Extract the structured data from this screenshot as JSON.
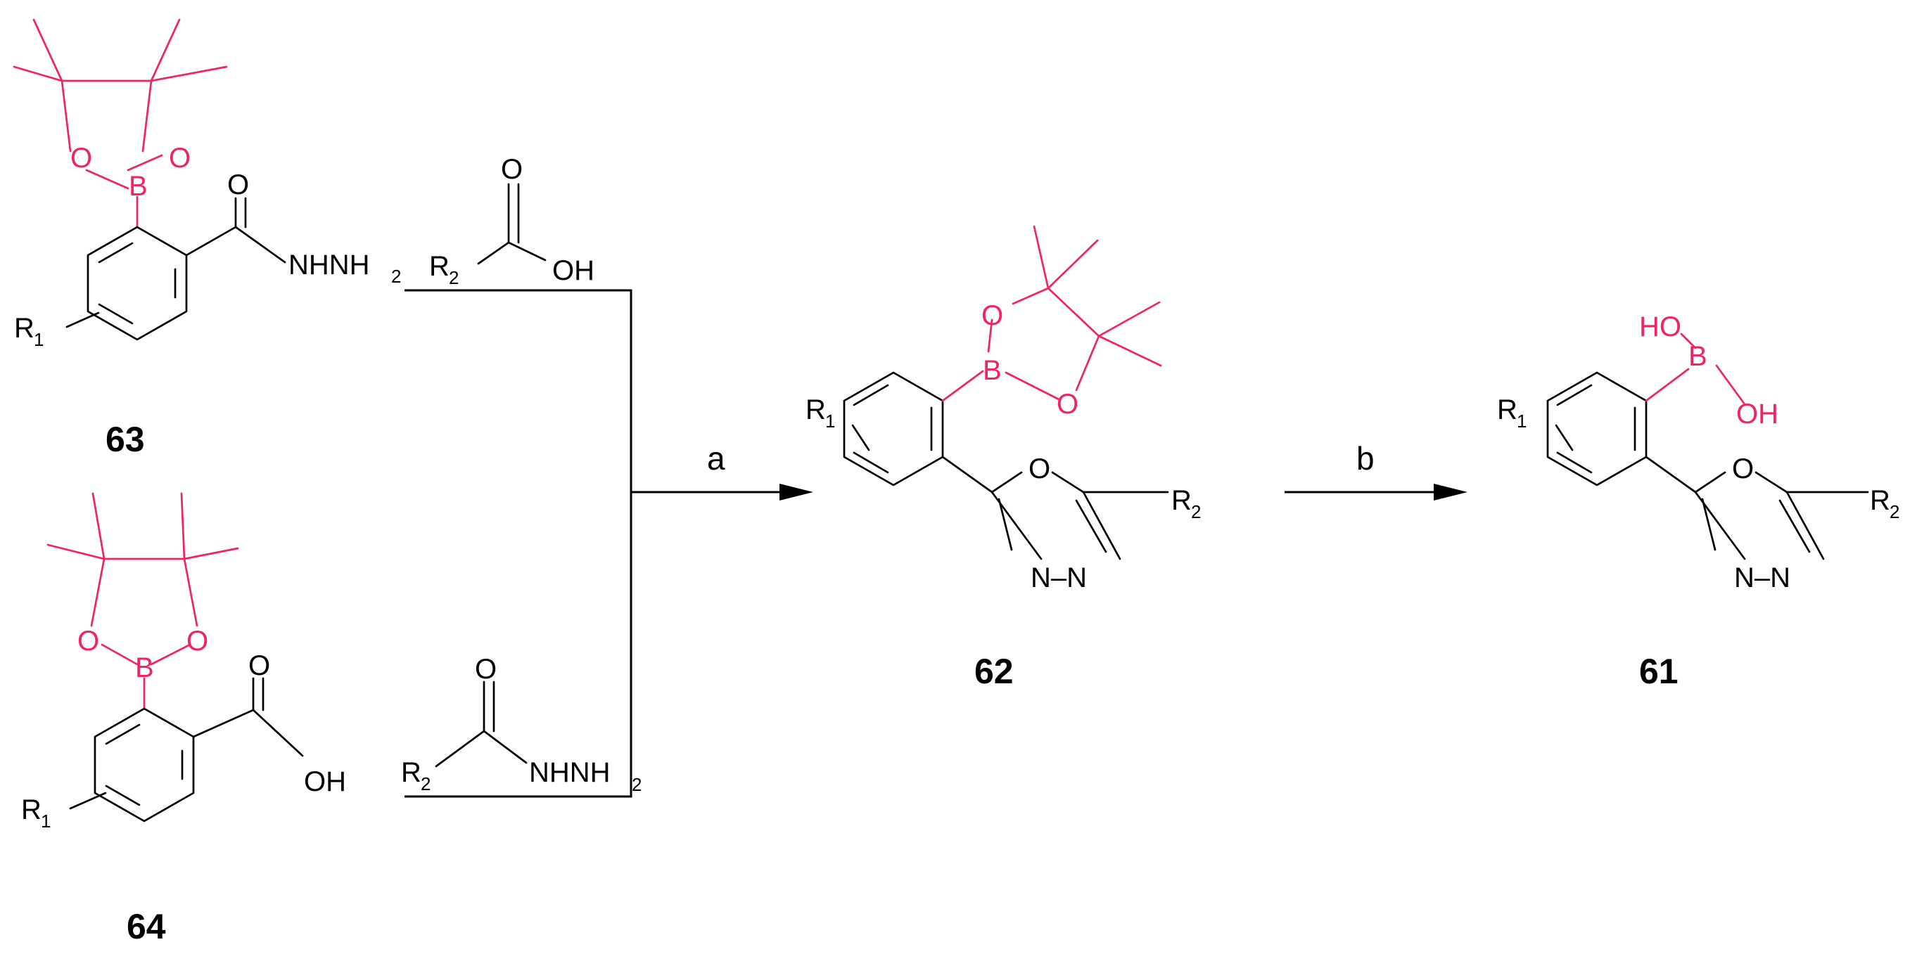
{
  "colors": {
    "boron_group": "#f0245e",
    "ink": "#000000"
  },
  "compounds": {
    "c63": {
      "label": "63"
    },
    "c64": {
      "label": "64"
    },
    "c62": {
      "label": "62"
    },
    "c61": {
      "label": "61"
    }
  },
  "conditions": {
    "step_a": "a",
    "step_b": "b"
  },
  "atoms": {
    "O": "O",
    "B": "B",
    "OH": "OH",
    "HO": "HO",
    "N": "N",
    "N_N": "N–N",
    "NHNH": "NHNH",
    "H": "H",
    "R": "R",
    "sub_1": "1",
    "sub_2": "2"
  }
}
